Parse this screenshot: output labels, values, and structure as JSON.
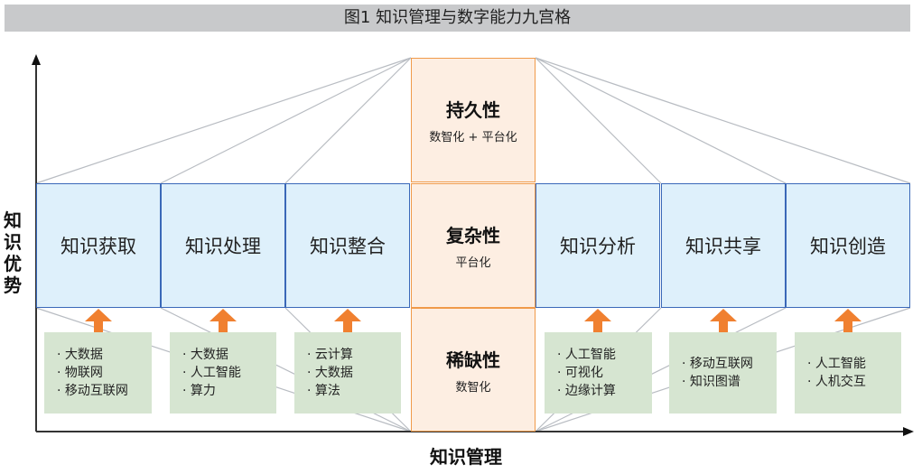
{
  "title": "图1 知识管理与数字能力九宫格",
  "y_axis_label": "知识优势",
  "x_axis_label": "知识管理",
  "stages": [
    "知识获取",
    "知识处理",
    "知识整合",
    "知识分析",
    "知识共享",
    "知识创造"
  ],
  "center": [
    {
      "heading": "持久性",
      "sub": "数智化 + 平台化"
    },
    {
      "heading": "复杂性",
      "sub": "平台化"
    },
    {
      "heading": "稀缺性",
      "sub": "数智化"
    }
  ],
  "tech": [
    [
      "大数据",
      "物联网",
      "移动互联网"
    ],
    [
      "大数据",
      "人工智能",
      "算力"
    ],
    [
      "云计算",
      "大数据",
      "算法"
    ],
    [
      "人工智能",
      "可视化",
      "边缘计算"
    ],
    [
      "移动互联网",
      "知识图谱"
    ],
    [
      "人工智能",
      "人机交互"
    ]
  ],
  "colors": {
    "blue_fill": "#def0fb",
    "blue_border": "#3a68b8",
    "orange": "#f08030",
    "center_fill": "#fdeee2",
    "green": "#d6e5d1"
  }
}
